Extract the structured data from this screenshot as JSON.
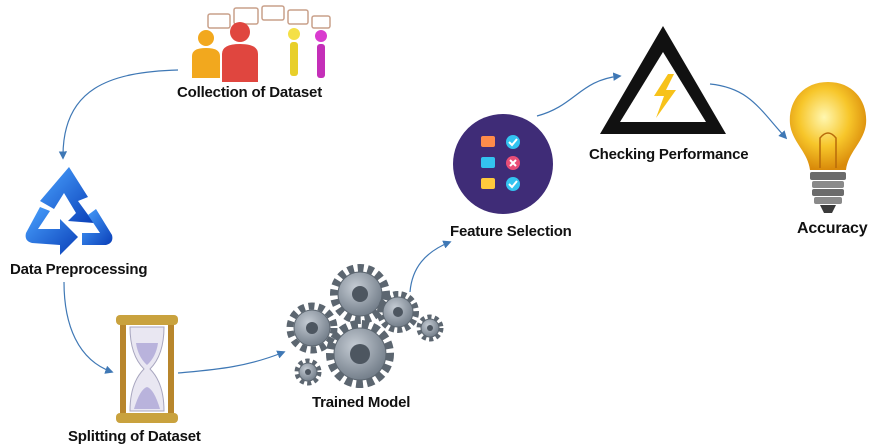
{
  "diagram": {
    "type": "process-flow",
    "steps": [
      {
        "id": "collection",
        "label": "Collection of Dataset",
        "icon": "people-speech-bubbles-icon"
      },
      {
        "id": "preprocessing",
        "label": "Data Preprocessing",
        "icon": "recycle-icon"
      },
      {
        "id": "splitting",
        "label": "Splitting of Dataset",
        "icon": "hourglass-icon"
      },
      {
        "id": "trained",
        "label": "Trained Model",
        "icon": "gears-icon"
      },
      {
        "id": "feature",
        "label": "Feature Selection",
        "icon": "checklist-icon"
      },
      {
        "id": "checking",
        "label": "Checking Performance",
        "icon": "warning-lightning-icon"
      },
      {
        "id": "accuracy",
        "label": "Accuracy",
        "icon": "lightbulb-icon"
      }
    ],
    "connector_color": "#3f78b5"
  }
}
